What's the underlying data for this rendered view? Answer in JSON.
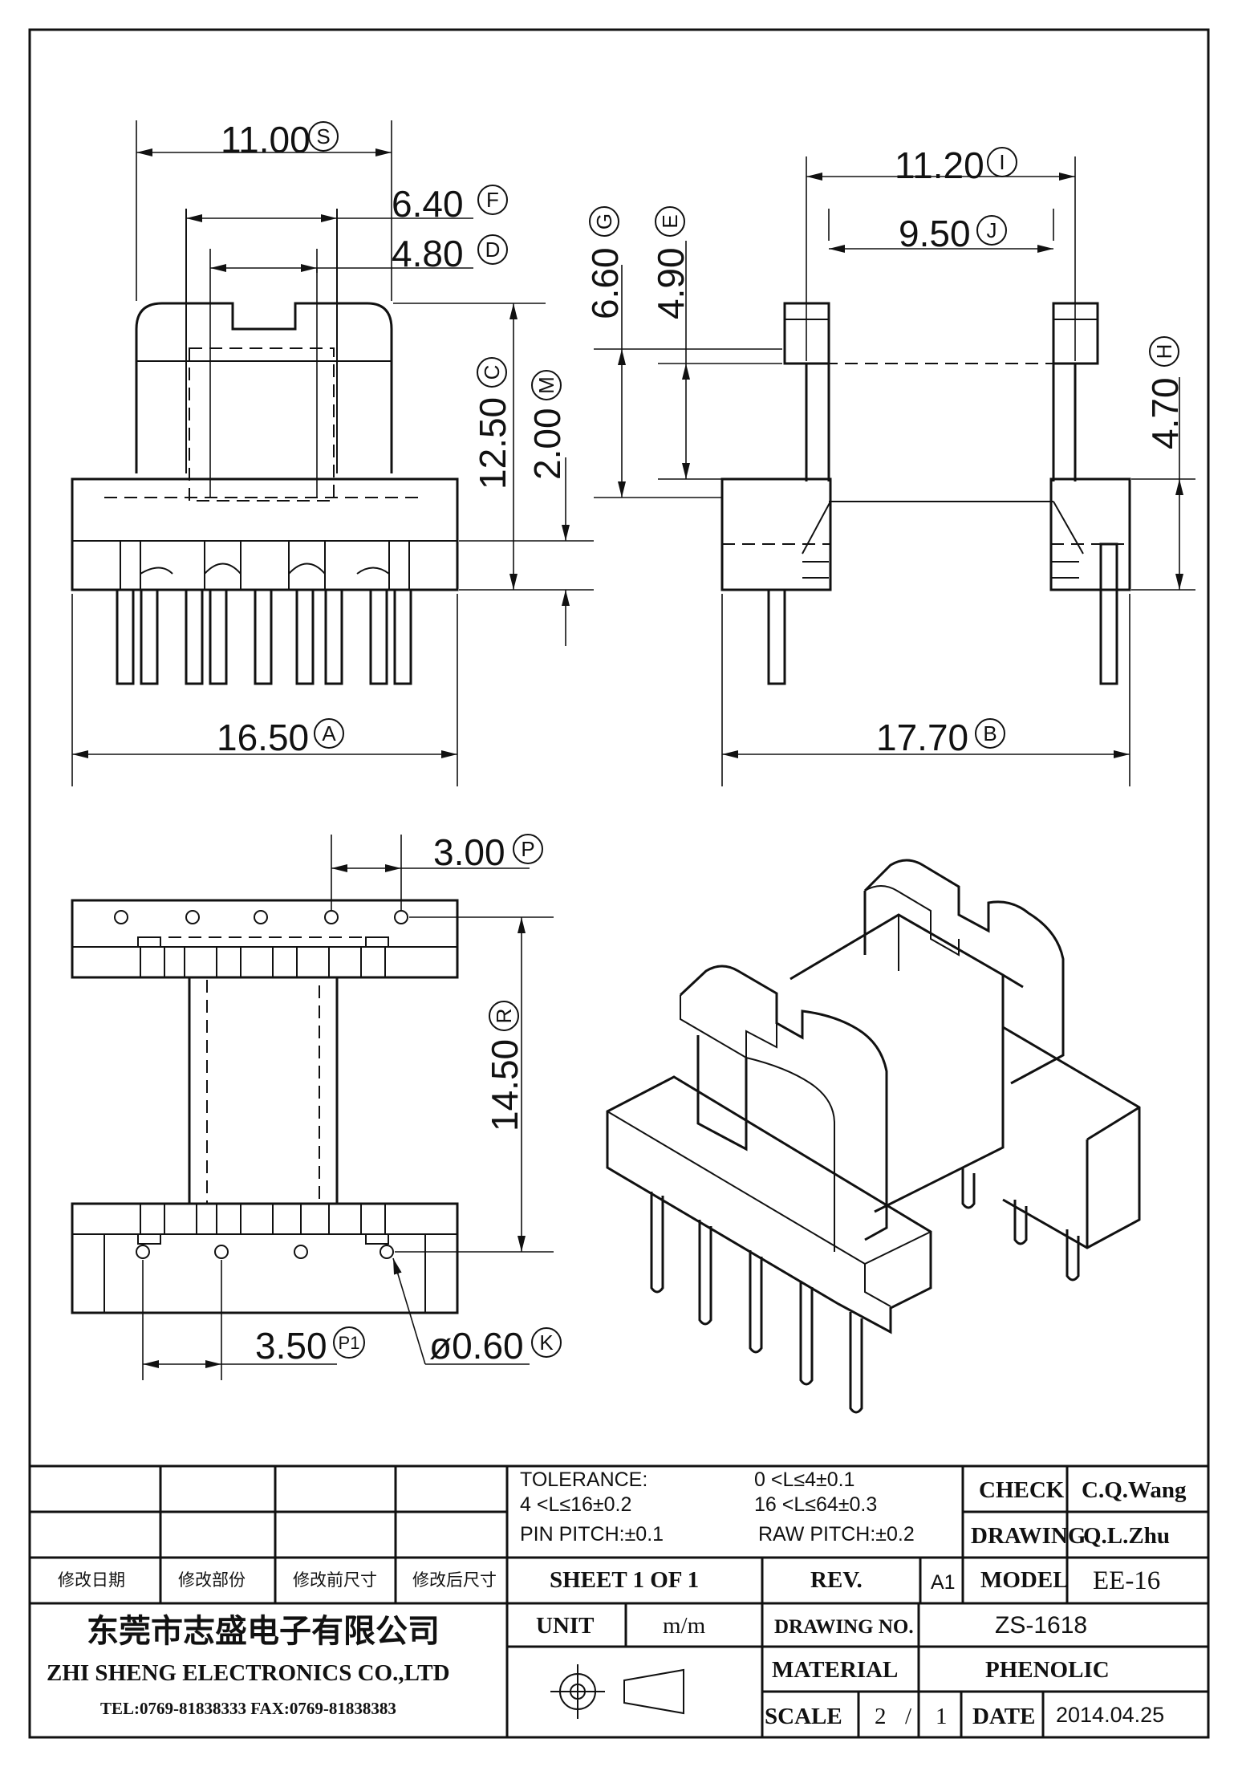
{
  "dimensions": {
    "s": {
      "value": "11.00",
      "code": "S"
    },
    "f": {
      "value": "6.40",
      "code": "F"
    },
    "d": {
      "value": "4.80",
      "code": "D"
    },
    "c": {
      "value": "12.50",
      "code": "C"
    },
    "m": {
      "value": "2.00",
      "code": "M"
    },
    "a": {
      "value": "16.50",
      "code": "A"
    },
    "i": {
      "value": "11.20",
      "code": "I"
    },
    "j": {
      "value": "9.50",
      "code": "J"
    },
    "g": {
      "value": "6.60",
      "code": "G"
    },
    "e": {
      "value": "4.90",
      "code": "E"
    },
    "h": {
      "value": "4.70",
      "code": "H"
    },
    "b": {
      "value": "17.70",
      "code": "B"
    },
    "p": {
      "value": "3.00",
      "code": "P"
    },
    "r": {
      "value": "14.50",
      "code": "R"
    },
    "p1": {
      "value": "3.50",
      "code": "P1"
    },
    "k": {
      "value": "ø0.60",
      "code": "K"
    }
  },
  "title_block": {
    "tolerance_label": "TOLERANCE:",
    "tol_1": "0 <L≤4±0.1",
    "tol_2": "4 <L≤16±0.2",
    "tol_3": "16 <L≤64±0.3",
    "pin_pitch": "PIN PITCH:±0.1",
    "raw_pitch": "RAW PITCH:±0.2",
    "check_label": "CHECK",
    "check_value": "C.Q.Wang",
    "drawing_label": "DRAWING",
    "drawing_value": "Q.L.Zhu",
    "rev_headers": [
      "修改日期",
      "修改部份",
      "修改前尺寸",
      "修改后尺寸"
    ],
    "sheet": "SHEET  1  OF  1",
    "rev_label": "REV.",
    "rev_value": "A1",
    "model_label": "MODEL",
    "model_value": "EE-16",
    "company_cn": "东莞市志盛电子有限公司",
    "company_en": "ZHI SHENG  ELECTRONICS CO.,LTD",
    "contact": "TEL:0769-81838333 FAX:0769-81838383",
    "unit_label": "UNIT",
    "unit_value": "m/m",
    "drawing_no_label": "DRAWING  NO.",
    "drawing_no_value": "ZS-1618",
    "material_label": "MATERIAL",
    "material_value": "PHENOLIC",
    "scale_label": "SCALE",
    "scale_num": "2",
    "scale_sep": "/",
    "scale_den": "1",
    "date_label": "DATE",
    "date_value": "2014.04.25"
  }
}
